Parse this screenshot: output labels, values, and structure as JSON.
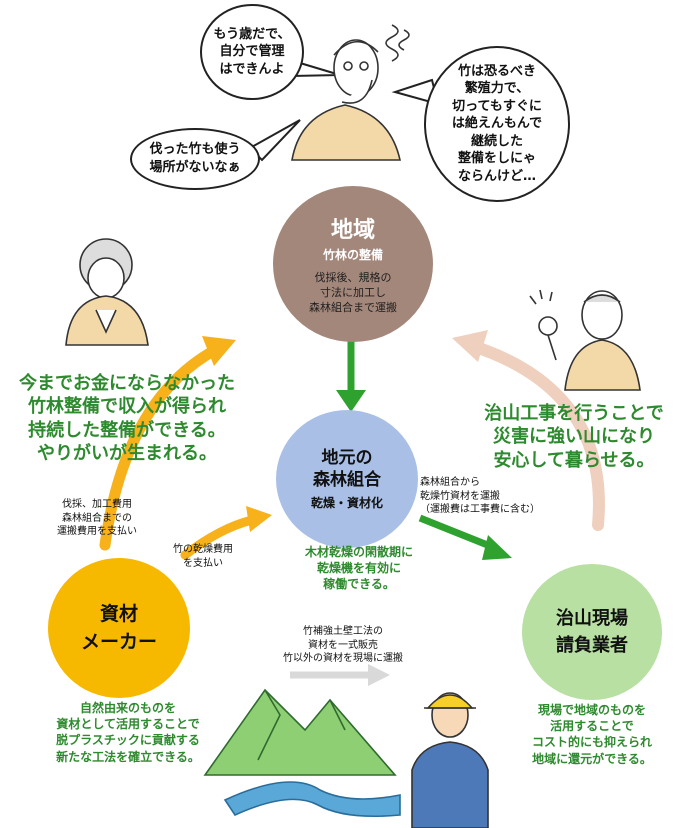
{
  "bubbles": {
    "top_left": "もう歳だで、\n自分で管理\nはできんよ",
    "left": "伐った竹も使う\n場所がないなぁ",
    "right": "竹は恐るべき\n繁殖力で、\n切ってもすぐに\nは絶えんもんで\n継続した\n整備をしにゃ\nならんけど…"
  },
  "nodes": {
    "region": {
      "title": "地域",
      "subtitle": "竹林の整備",
      "desc": "伐採後、規格の\n寸法に加工し\n森林組合まで運搬",
      "color": "#a4877b"
    },
    "forestry": {
      "title": "地元の\n森林組合",
      "subtitle": "乾燥・資材化",
      "color": "#a9bfe6"
    },
    "maker": {
      "title": "資材\nメーカー",
      "color": "#f7b800"
    },
    "contractor": {
      "title": "治山現場\n請負業者",
      "color": "#b8e0a2"
    }
  },
  "benefits": {
    "left": "今までお金にならなかった\n竹林整備で収入が得られ\n持続した整備ができる。\nやりがいが生まれる。",
    "right": "治山工事を行うことで\n災害に強い山になり\n安心して暮らせる。"
  },
  "flows": {
    "maker_to_region": "伐採、加工費用\n森林組合までの\n運搬費用を支払い",
    "maker_to_forestry": "竹の乾燥費用\nを支払い",
    "forestry_to_contractor": "森林組合から\n乾燥竹資材を運搬\n（運搬費は工事費に含む）",
    "maker_to_contractor": "竹補強土壁工法の\n資材を一式販売\n竹以外の資材を現場に運搬"
  },
  "notes": {
    "forestry": "木材乾燥の閑散期に\n乾燥機を有効に\n稼働できる。",
    "maker": "自然由来のものを\n資材として活用することで\n脱プラスチックに貢献する\n新たな工法を確立できる。",
    "contractor": "現場で地域のものを\n活用することで\nコスト的にも抑えられ\n地域に還元ができる。"
  },
  "colors": {
    "arrow_orange": "#f7b21b",
    "arrow_green": "#2ea12e",
    "arrow_peach": "#efcfbd",
    "arrow_gray": "#d9d9d9",
    "text_green": "#2e8a2e"
  }
}
